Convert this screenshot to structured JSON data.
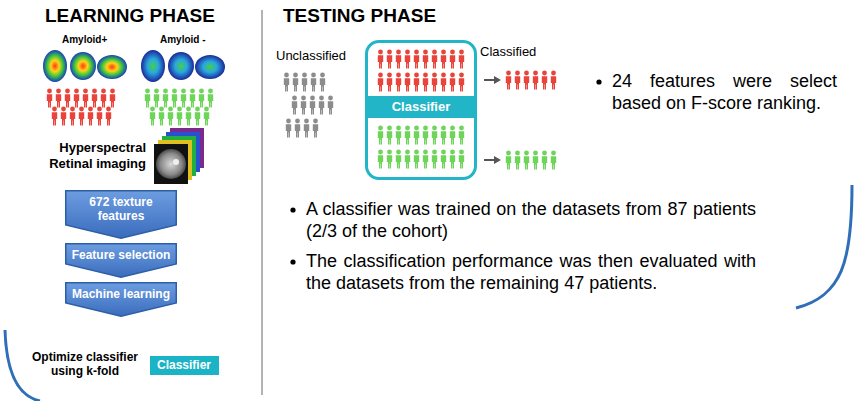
{
  "diagram": {
    "nodes": [
      {
        "text": [
          "672 texture features"
        ]
      },
      {
        "text": [
          "Feature selection"
        ]
      },
      {
        "text": [
          "Machine learning"
        ]
      },
      {
        "text": [
          "Classifier"
        ]
      },
      {
        "text": [
          "Classifier"
        ]
      }
    ],
    "labels": [
      "LEARNING PHASE",
      "Amyloid+",
      "Amyloid -",
      "Hyperspectral Retinal imaging",
      "Optimize classifier using k-fold",
      "TESTING PHASE",
      "Unclassified",
      "Classified",
      "24 features were select based on F-score ranking.",
      "A classifier was trained on the datasets from 87 patients (2/3 of the cohort)",
      "The classification performance was then evaluated with the datasets from the remaining 47 patients."
    ]
  }
}
